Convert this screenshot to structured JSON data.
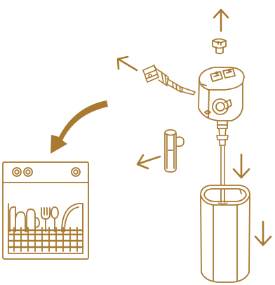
{
  "illustration": {
    "line_color": "#A8792F",
    "fill_color": "#FFFFFF",
    "parts": [
      {
        "id": "cap",
        "icon": "cap-icon",
        "direction": "up"
      },
      {
        "id": "nozzle",
        "icon": "nozzle-icon",
        "direction": "up-left"
      },
      {
        "id": "pump-head",
        "icon": "pump-head-icon"
      },
      {
        "id": "tube",
        "icon": "tube-icon",
        "direction": "down"
      },
      {
        "id": "container",
        "icon": "container-icon",
        "direction": "down"
      },
      {
        "id": "small-part",
        "icon": "small-part-icon",
        "direction": "left"
      },
      {
        "id": "dishwasher",
        "icon": "dishwasher-icon"
      }
    ]
  }
}
